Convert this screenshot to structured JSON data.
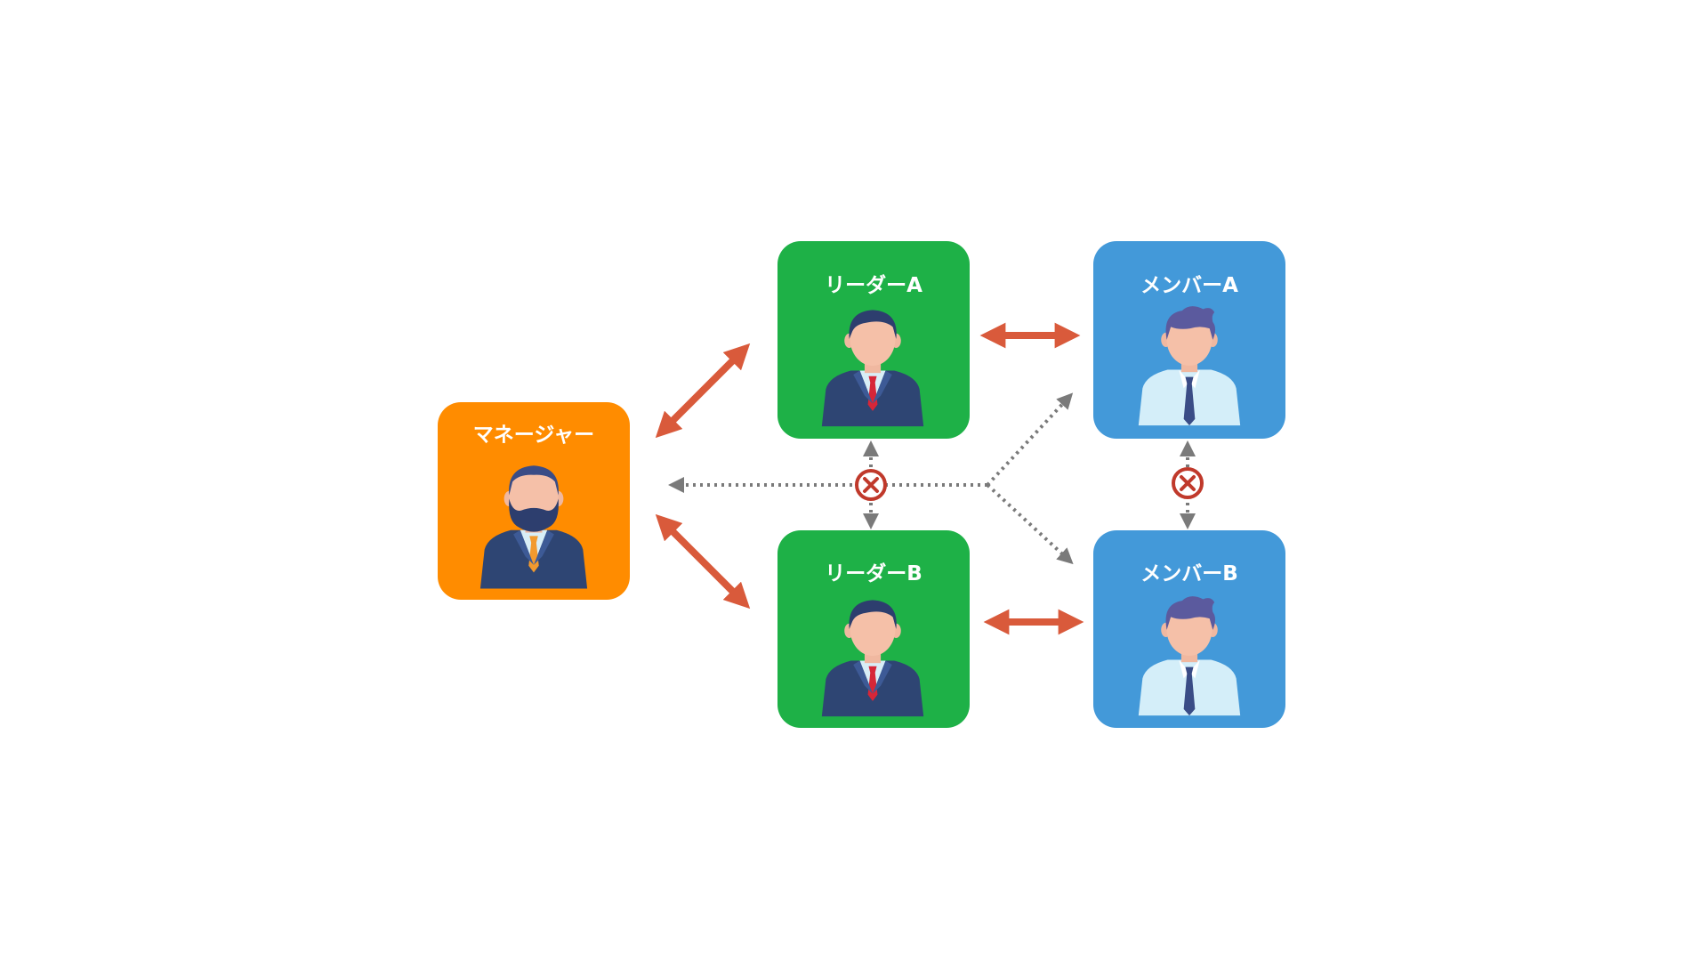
{
  "colors": {
    "manager": "#FF8C00",
    "leader": "#1EB147",
    "member": "#4399D9",
    "arrow": "#D95A3B",
    "dotted": "#7A7A7A",
    "blocked": "#C0392B"
  },
  "nodes": {
    "manager": {
      "label": "マネージャー",
      "icon": "bearded-businessman-icon"
    },
    "leader_a": {
      "label": "リーダーA",
      "icon": "businessman-icon"
    },
    "leader_b": {
      "label": "リーダーB",
      "icon": "businessman-icon"
    },
    "member_a": {
      "label": "メンバーA",
      "icon": "employee-icon"
    },
    "member_b": {
      "label": "メンバーB",
      "icon": "employee-icon"
    }
  },
  "links": [
    {
      "from": "manager",
      "to": "leader_a",
      "style": "solid-bidirectional"
    },
    {
      "from": "manager",
      "to": "leader_b",
      "style": "solid-bidirectional"
    },
    {
      "from": "leader_a",
      "to": "member_a",
      "style": "solid-bidirectional"
    },
    {
      "from": "leader_b",
      "to": "member_b",
      "style": "solid-bidirectional"
    },
    {
      "from": "leader_a",
      "to": "leader_b",
      "style": "dotted-blocked"
    },
    {
      "from": "member_a",
      "to": "member_b",
      "style": "dotted-blocked"
    },
    {
      "from": "branch",
      "to": "manager",
      "style": "dotted"
    },
    {
      "from": "branch",
      "to": "member_a",
      "style": "dotted"
    },
    {
      "from": "branch",
      "to": "member_b",
      "style": "dotted"
    }
  ]
}
